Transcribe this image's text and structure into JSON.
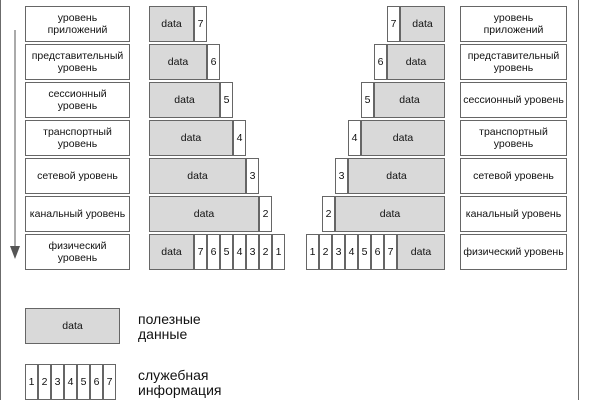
{
  "layers": [
    "уровень приложений",
    "представительный уровень",
    "сессионный уровень",
    "транспортный уровень",
    "сетевой уровень",
    "канальный уровень",
    "физический уровень"
  ],
  "packets": [
    {
      "data": "data",
      "headers": [
        "7"
      ]
    },
    {
      "data": "data",
      "headers": [
        "6"
      ]
    },
    {
      "data": "data",
      "headers": [
        "5"
      ]
    },
    {
      "data": "data",
      "headers": [
        "4"
      ]
    },
    {
      "data": "data",
      "headers": [
        "3"
      ]
    },
    {
      "data": "data",
      "headers": [
        "2"
      ]
    },
    {
      "data": "data",
      "headers": [
        "7",
        "6",
        "5",
        "4",
        "3",
        "2",
        "1"
      ]
    }
  ],
  "legend": {
    "payload": {
      "box_label": "data",
      "text_line1": "полезные",
      "text_line2": "данные"
    },
    "service": {
      "headers": [
        "1",
        "2",
        "3",
        "4",
        "5",
        "6",
        "7"
      ],
      "text_line1": "служебная",
      "text_line2": "информация"
    }
  },
  "colors": {
    "payload_fill": "#d9d9d9",
    "border": "#666666",
    "frame": "#6b6b6b"
  }
}
